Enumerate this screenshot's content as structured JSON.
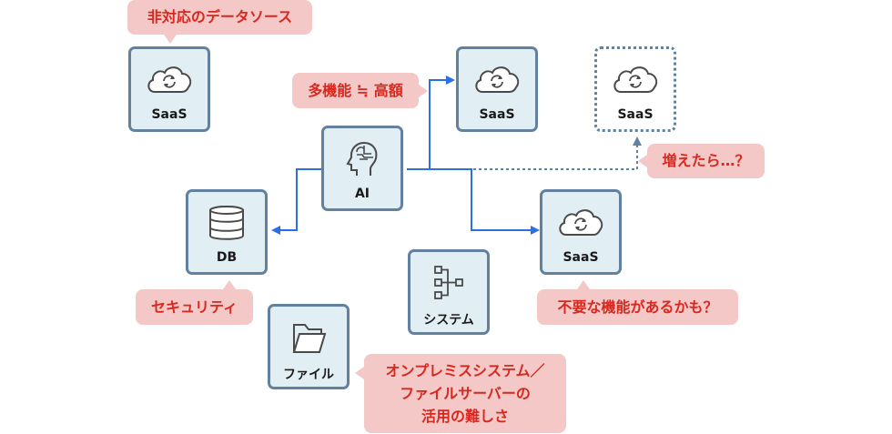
{
  "nodes": {
    "saas_unsupported": {
      "label": "SaaS",
      "icon": "cloud-sync-icon"
    },
    "saas_top": {
      "label": "SaaS",
      "icon": "cloud-sync-icon"
    },
    "saas_future": {
      "label": "SaaS",
      "icon": "cloud-sync-icon",
      "style": "dotted"
    },
    "ai": {
      "label": "AI",
      "icon": "ai-head-icon"
    },
    "db": {
      "label": "DB",
      "icon": "database-icon"
    },
    "saas_right": {
      "label": "SaaS",
      "icon": "cloud-sync-icon"
    },
    "system": {
      "label": "システム",
      "icon": "hierarchy-icon"
    },
    "file": {
      "label": "ファイル",
      "icon": "folder-icon"
    }
  },
  "callouts": {
    "unsupported": "非対応のデータソース",
    "expensive": "多機能 ≒ 高額",
    "increase": "増えたら…？",
    "security": "セキュリティ",
    "unneeded": "不要な機能があるかも？",
    "onprem_line1": "オンプレミスシステム／",
    "onprem_line2": "ファイルサーバーの",
    "onprem_line3": "活用の難しさ"
  },
  "colors": {
    "node_fill": "#e1eef4",
    "node_border": "#62819f",
    "connector": "#2a6fe6",
    "callout_fill": "#f3c8c6",
    "callout_text": "#d8281f"
  }
}
